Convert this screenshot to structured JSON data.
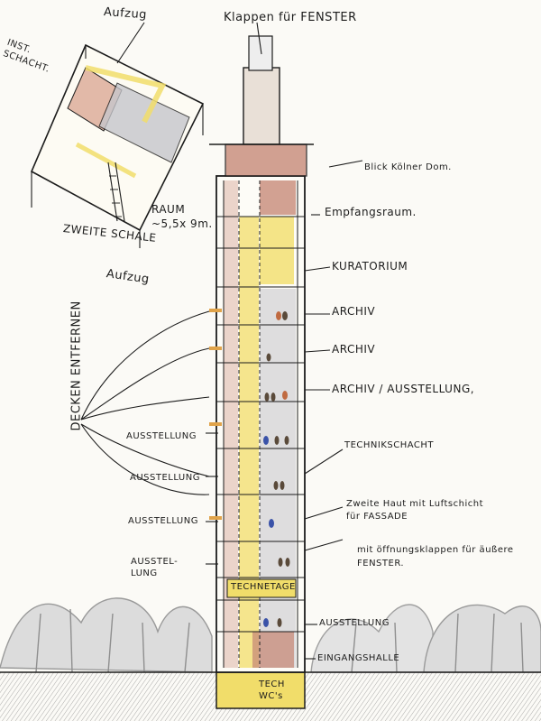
{
  "labels": {
    "inst_schacht": "INST. SCHACHT.",
    "aufzug_top": "Aufzug",
    "klappen": "Klappen für FENSTER",
    "raum": "RAUM ~5,5x 9m.",
    "zweite_schale": "ZWEITE SCHALE",
    "blick": "Blick Kölner Dom.",
    "empfangsraum": "Empfangsraum.",
    "aufzug_mid": "Aufzug",
    "kuratorium": "KURATORIUM",
    "archiv1": "ARCHIV",
    "archiv2": "ARCHIV",
    "archiv_ausstellung": "ARCHIV / AUSSTELLUNG,",
    "decken_entfernen": "DECKEN ENTFERNEN",
    "ausstellung1": "AUSSTELLUNG",
    "technikschacht": "TECHNIKSCHACHT",
    "ausstellung2": "AUSSTELLUNG",
    "zweite_haut": "Zweite Haut mit Luftschicht für FASSADE",
    "ausstellung3": "AUSSTELLUNG",
    "oeffnungsklappen": "mit öffnungsklappen für äußere FENSTER.",
    "ausstellung4": "AUSSTEL-LUNG",
    "technetage": "TECHNETAGE",
    "ausstellung5": "AUSSTELLUNG",
    "eingangshalle": "EINGANGSHALLE",
    "tech_wcs": "TECH WC's"
  },
  "colors": {
    "ink": "#1c1c1c",
    "paper": "#fbfaf6",
    "yellow": "#f1dd6a",
    "red": "#c78a78",
    "grey": "#b9b9bf",
    "trees": "#8f8f8f"
  }
}
